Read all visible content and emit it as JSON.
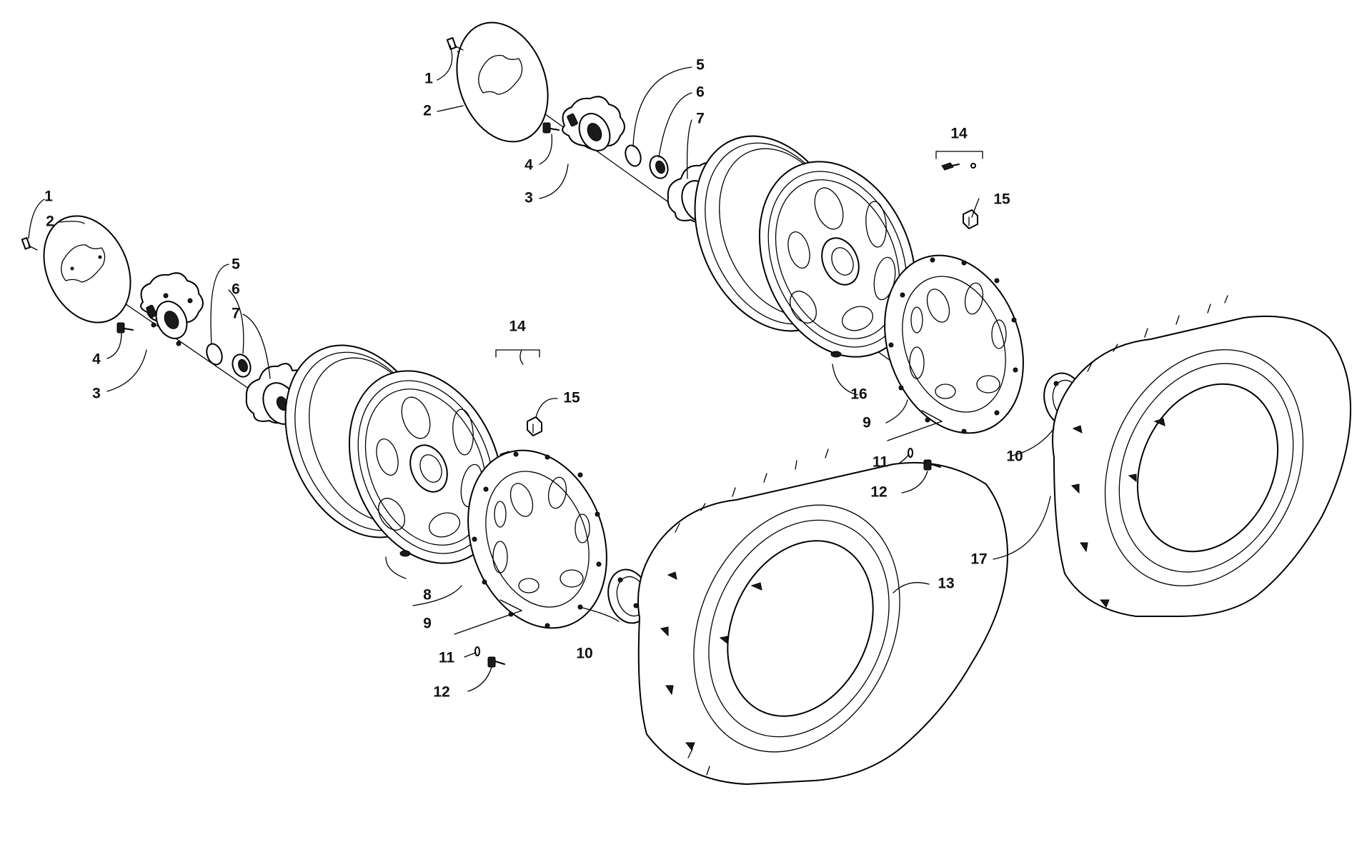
{
  "labels": {
    "a1": "1",
    "a2": "2",
    "a3": "3",
    "a4": "4",
    "a5": "5",
    "a6": "6",
    "a7": "7",
    "a8": "8",
    "a9": "9",
    "a10": "10",
    "a11": "11",
    "a12": "12",
    "a13": "13",
    "a14": "14",
    "a15": "15",
    "b1": "1",
    "b2": "2",
    "b3": "3",
    "b4": "4",
    "b5": "5",
    "b6": "6",
    "b7": "7",
    "b9": "9",
    "b10": "10",
    "b11": "11",
    "b12": "12",
    "b14": "14",
    "b15": "15",
    "b16": "16",
    "b17": "17"
  },
  "colors": {
    "line": "#000000",
    "fill": "#ffffff"
  }
}
